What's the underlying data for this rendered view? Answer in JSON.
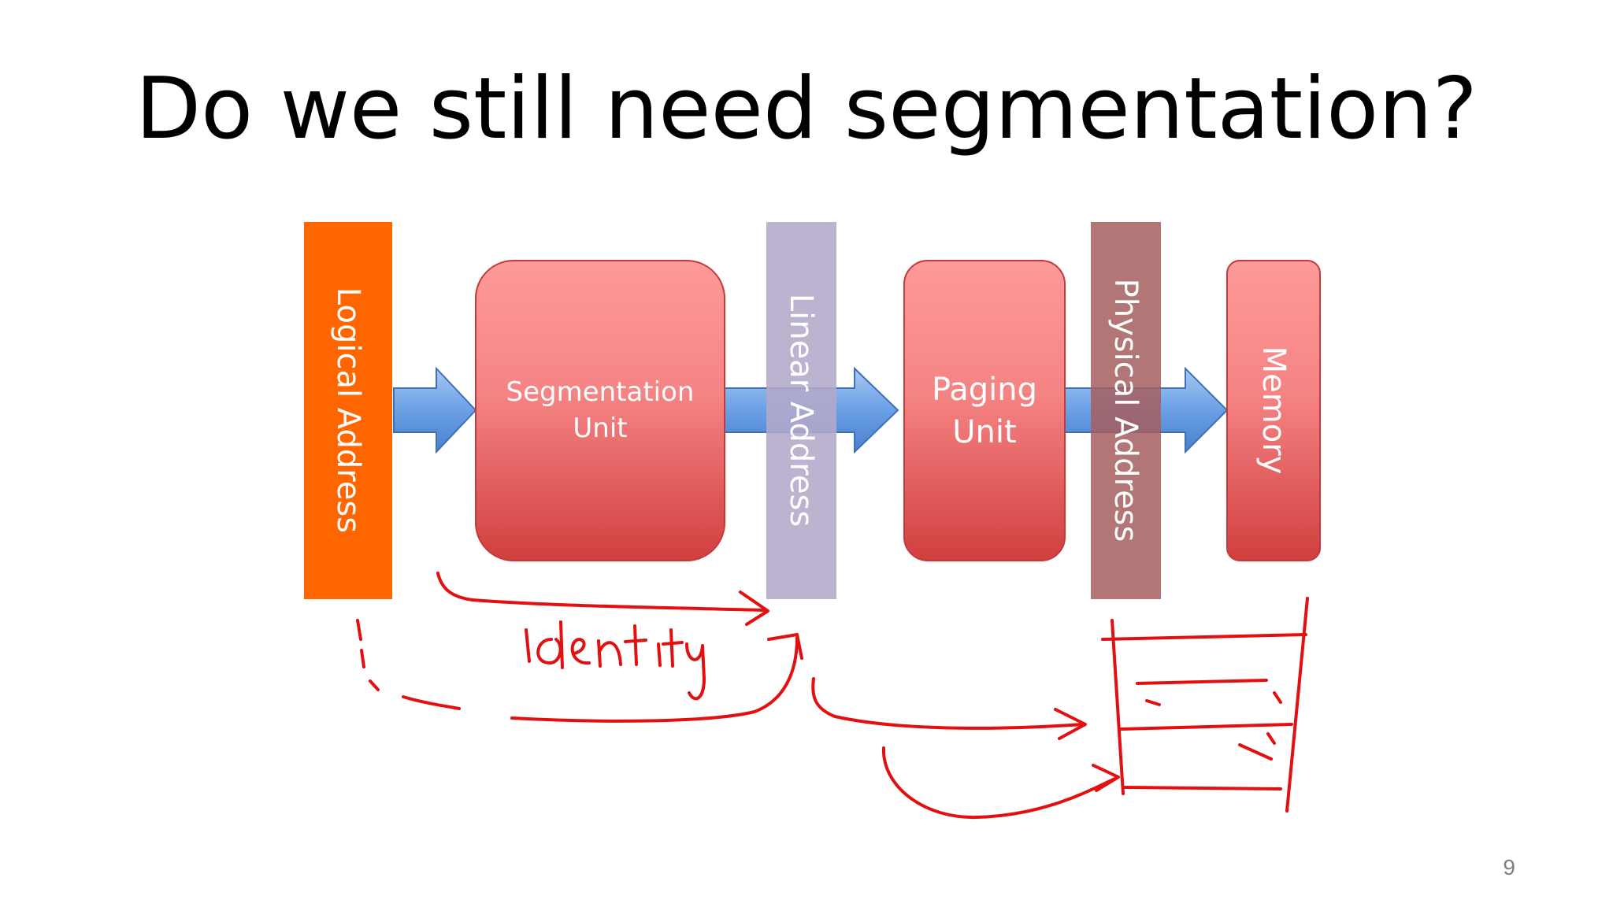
{
  "slide": {
    "title": "Do we still need segmentation?",
    "page_number": "9"
  },
  "diagram": {
    "logical_address": "Logical Address",
    "segmentation_unit": "Segmentation\nUnit",
    "linear_address": "Linear Address",
    "paging_unit": "Paging\nUnit",
    "physical_address": "Physical Address",
    "memory": "Memory"
  },
  "annotation": {
    "handwritten_note": "identity"
  },
  "colors": {
    "logical_bar": "#ff6600",
    "unit_box_top": "#fe9b9b",
    "unit_box_bottom": "#d24040",
    "linear_bar": "#b3a8cb",
    "physical_bar": "#a86464",
    "arrow_blue": "#5b93dc",
    "ink_red": "#e21010"
  }
}
